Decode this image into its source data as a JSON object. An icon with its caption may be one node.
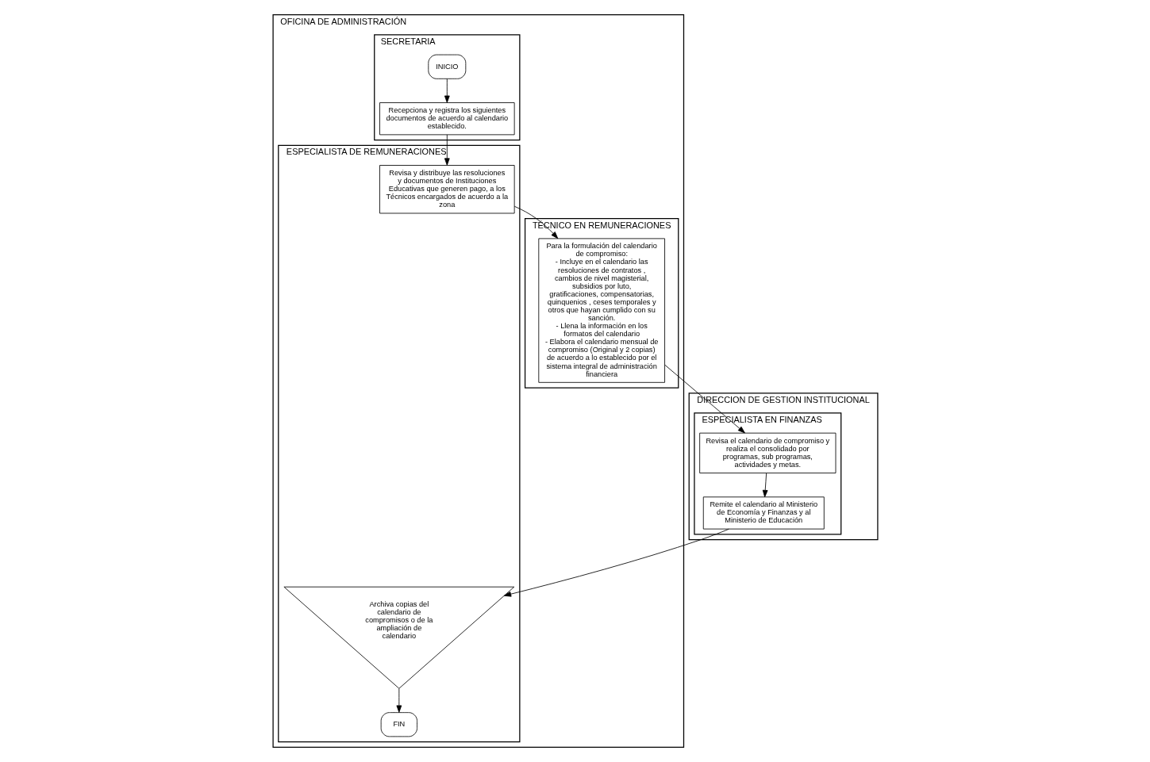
{
  "diagram": {
    "nodes": [
      {
        "text": [
          "OFICINA DE ADMINISTRACIÓN"
        ]
      },
      {
        "text": [
          "SECRETARIA"
        ],
        "in": 0
      },
      {
        "text": [
          "ESPECIALISTA DE REMUNERACIONES"
        ],
        "in": 0
      },
      {
        "text": [
          "TÉCNICO EN REMUNERACIONES"
        ],
        "in": 0
      },
      {
        "text": [
          "DIRECCION DE GESTION INSTITUCIONAL"
        ]
      },
      {
        "text": [
          "ESPECIALISTA EN FINANZAS"
        ],
        "in": 4
      },
      {
        "text": [
          "INICIO"
        ],
        "in": 1
      },
      {
        "text": [
          "Recepciona y registra los siguientes documentos de acuerdo al calendario establecido."
        ],
        "in": 1
      },
      {
        "text": [
          "Revisa y distribuye las resoluciones y documentos de Instituciones Educativas que generen pago, a los Técnicos encargados de acuerdo a la zona"
        ],
        "in": 2
      },
      {
        "text": [
          "Para la formulación del calendario de compromiso:",
          "- Incluye en el calendario las resoluciones de contratos , cambios de nivel magisterial, subsidios por luto, gratificaciones, compensatorias, quinquenios , ceses temporales y otros que hayan cumplido con su sanción.",
          "- Llena la información en los formatos del calendario",
          "- Elabora el calendario mensual de compromiso (Original y 2 copias) de acuerdo a lo establecido por el sistema integral de administración financiera"
        ],
        "in": 3
      },
      {
        "text": [
          "Revisa el calendario de compromiso y realiza el consolidado por programas, sub programas, actividades y metas."
        ],
        "in": 5
      },
      {
        "text": [
          "Remite el calendario al Ministerio de Economía y Finanzas y al Ministerio de Educación"
        ],
        "in": 5
      },
      {
        "text": [
          "Archiva copias del calendario de compromisos o de la ampliación de calendario"
        ],
        "in": 2
      },
      {
        "text": [
          "FIN"
        ],
        "in": 2
      }
    ],
    "edges": [
      {
        "from": 6,
        "to": 7,
        "arrow": "to"
      },
      {
        "from": 7,
        "to": 8,
        "arrow": "to"
      },
      {
        "from": 8,
        "to": 9,
        "arrow": "to"
      },
      {
        "from": 9,
        "to": 10,
        "arrow": "to"
      },
      {
        "from": 10,
        "to": 11,
        "arrow": "to"
      },
      {
        "from": 11,
        "to": 12,
        "arrow": "to"
      },
      {
        "from": 12,
        "to": 13,
        "arrow": "to"
      }
    ]
  }
}
